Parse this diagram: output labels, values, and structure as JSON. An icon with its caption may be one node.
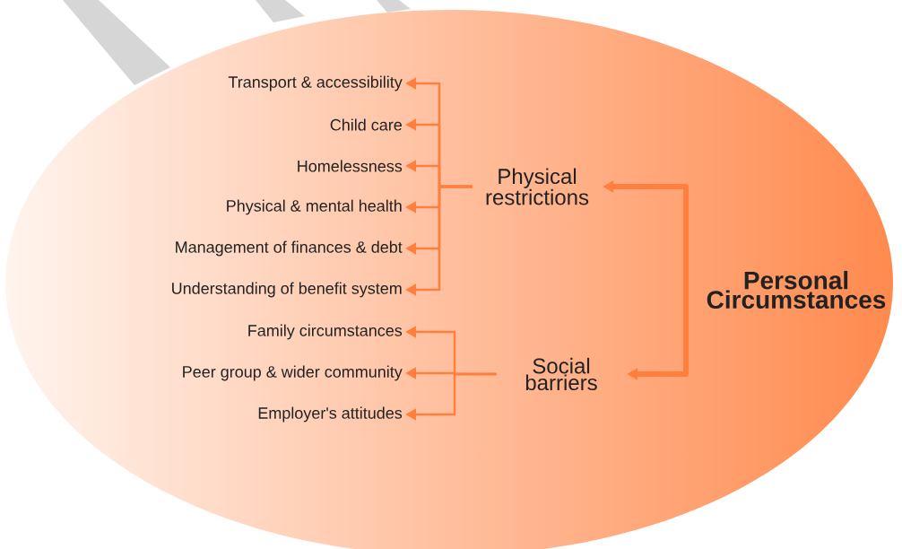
{
  "diagram": {
    "nodes": [
      {
        "text": [
          "Personal Circumstances"
        ]
      },
      {
        "text": [
          "Physical restrictions"
        ]
      },
      {
        "text": [
          "Social barriers"
        ]
      },
      {
        "text": [
          "Transport & accessibility"
        ]
      },
      {
        "text": [
          "Child care"
        ]
      },
      {
        "text": [
          "Homelessness"
        ]
      },
      {
        "text": [
          "Physical & mental health"
        ]
      },
      {
        "text": [
          "Management of finances & debt"
        ]
      },
      {
        "text": [
          "Understanding of benefit system"
        ]
      },
      {
        "text": [
          "Family circumstances"
        ]
      },
      {
        "text": [
          "Peer group & wider community"
        ]
      },
      {
        "text": [
          "Employer's attitudes"
        ]
      }
    ],
    "edges": [
      {
        "from": 1,
        "to": 2,
        "arrow": "both",
        "style": "thick"
      },
      {
        "from": 1,
        "to": 3,
        "arrow": "to"
      },
      {
        "from": 1,
        "to": 4,
        "arrow": "to"
      },
      {
        "from": 1,
        "to": 5,
        "arrow": "to"
      },
      {
        "from": 1,
        "to": 6,
        "arrow": "to"
      },
      {
        "from": 1,
        "to": 7,
        "arrow": "to"
      },
      {
        "from": 1,
        "to": 8,
        "arrow": "to"
      },
      {
        "from": 2,
        "to": 9,
        "arrow": "to"
      },
      {
        "from": 2,
        "to": 10,
        "arrow": "to"
      },
      {
        "from": 2,
        "to": 11,
        "arrow": "to"
      }
    ]
  }
}
